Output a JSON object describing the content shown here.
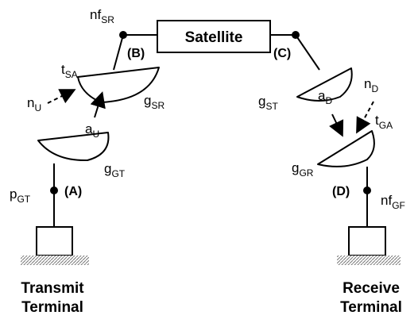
{
  "satellite": {
    "label": "Satellite"
  },
  "points": {
    "a": "(A)",
    "b": "(B)",
    "c": "(C)",
    "d": "(D)"
  },
  "symbols": {
    "nf_sr": {
      "base": "nf",
      "sub": "SR"
    },
    "t_sa": {
      "base": "t",
      "sub": "SA"
    },
    "g_sr": {
      "base": "g",
      "sub": "SR"
    },
    "n_u": {
      "base": "n",
      "sub": "U"
    },
    "a_u": {
      "base": "a",
      "sub": "U"
    },
    "g_gt": {
      "base": "g",
      "sub": "GT"
    },
    "p_gt": {
      "base": "p",
      "sub": "GT"
    },
    "g_st": {
      "base": "g",
      "sub": "ST"
    },
    "a_d": {
      "base": "a",
      "sub": "D"
    },
    "n_d": {
      "base": "n",
      "sub": "D"
    },
    "t_ga": {
      "base": "t",
      "sub": "GA"
    },
    "g_gr": {
      "base": "g",
      "sub": "GR"
    },
    "nf_gr": {
      "base": "nf",
      "sub": "GF"
    }
  },
  "terminals": {
    "transmit": {
      "line1": "Transmit",
      "line2": "Terminal"
    },
    "receive": {
      "line1": "Receive",
      "line2": "Terminal"
    }
  }
}
